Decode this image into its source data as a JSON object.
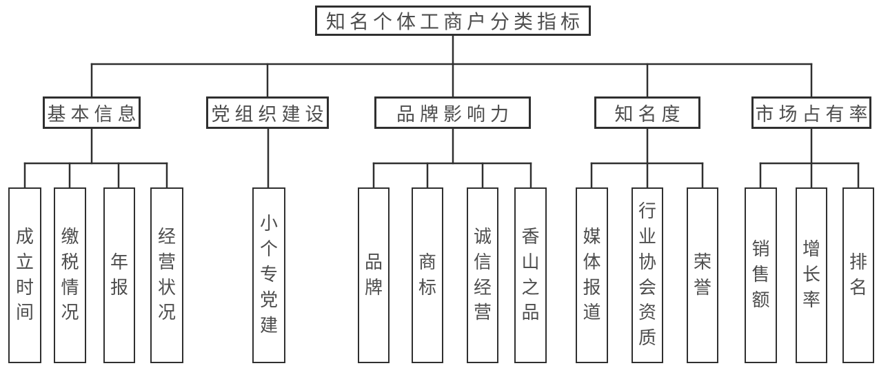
{
  "diagram": {
    "title": "知名个体工商户分类指标",
    "groups": [
      {
        "label": "基本信息",
        "children": [
          "成立时间",
          "缴税情况",
          "年报",
          "经营状况"
        ]
      },
      {
        "label": "党组织建设",
        "children": [
          "小个专党建"
        ]
      },
      {
        "label": "品牌影响力",
        "children": [
          "品牌",
          "商标",
          "诚信经营",
          "香山之品"
        ]
      },
      {
        "label": "知名度",
        "children": [
          "媒体报道",
          "行业协会资质",
          "荣誉"
        ]
      },
      {
        "label": "市场占有率",
        "children": [
          "销售额",
          "增长率",
          "排名"
        ]
      }
    ],
    "colors": {
      "line": "#2f2f2f",
      "text": "#4d4d4d",
      "background": "#ffffff"
    }
  }
}
